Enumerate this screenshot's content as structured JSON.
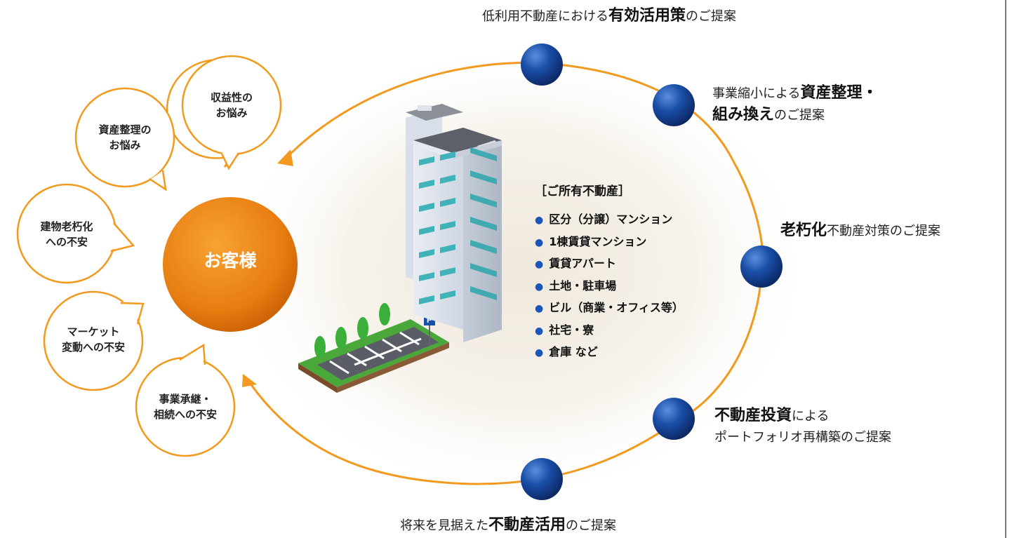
{
  "customer": {
    "label": "お客様"
  },
  "concerns": [
    {
      "text": "収益性の\nお悩み"
    },
    {
      "text": "資産整理の\nお悩み"
    },
    {
      "text": "建物老朽化\nへの不安"
    },
    {
      "text": "マーケット\n変動への不安"
    },
    {
      "text": "事業承継・\n相続への不安"
    }
  ],
  "properties": {
    "title": "［ご所有不動産］",
    "items": [
      "区分（分譲）マンション",
      "1棟賃貸マンション",
      "賃貸アパート",
      "土地・駐車場",
      "ビル（商業・オフィス等）",
      "社宅・寮",
      "倉庫 など"
    ],
    "parking_sign": "P"
  },
  "proposals": [
    {
      "pre": "低利用不動産における",
      "bold": "有効活用策",
      "post": "のご提案"
    },
    {
      "pre": "事業縮小による",
      "bold": "資産整理・",
      "line2_bold": "組み換え",
      "line2_post": "のご提案"
    },
    {
      "pre": "",
      "bold": "老朽化",
      "post": "不動産対策のご提案"
    },
    {
      "pre": "",
      "bold": "不動産投資",
      "post": "による",
      "line2": "ポートフォリオ再構築のご提案"
    },
    {
      "pre": "将来を見据えた",
      "bold": "不動産活用",
      "post": "のご提案"
    }
  ],
  "colors": {
    "accent_orange": "#f29a1f",
    "customer_orange": "#e87d10",
    "node_blue": "#1a4fa8",
    "bullet_blue": "#1a56b8"
  }
}
